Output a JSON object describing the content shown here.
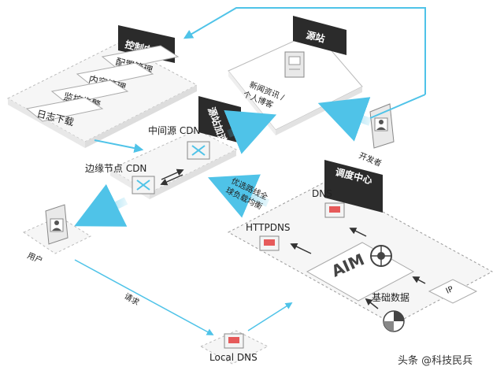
{
  "colors": {
    "accent": "#4fc3e8",
    "header": "#2b2b2b",
    "panel_edge": "#999999",
    "dark_arrow": "#333333"
  },
  "control_center": {
    "title": "控制中心",
    "items": [
      "配置管理",
      "内容管理",
      "监控告警",
      "日志下载"
    ]
  },
  "origin": {
    "title": "源站",
    "desc_line1": "新闻资讯 /",
    "desc_line2": "个人博客"
  },
  "developer": {
    "label": "开发者",
    "icon": "person-icon"
  },
  "origin_accel": {
    "title": "源站加速",
    "mid_cdn": "中间源 CDN",
    "edge_cdn": "边缘节点 CDN",
    "icon": "network-node-icon"
  },
  "user": {
    "label": "用户",
    "icon": "person-icon"
  },
  "request_label": "请求",
  "local_dns": {
    "label": "Local DNS",
    "icon": "dns-server-icon"
  },
  "optimize_label_line1": "优选路线全",
  "optimize_label_line2": "球负载均衡",
  "scheduling": {
    "title": "调度中心",
    "dns": "DNS",
    "httpdns": "HTTPDNS",
    "aim": "AIM",
    "base_data": "基础数据",
    "ip_label": "IP"
  },
  "watermark": "头条 @科技民兵"
}
